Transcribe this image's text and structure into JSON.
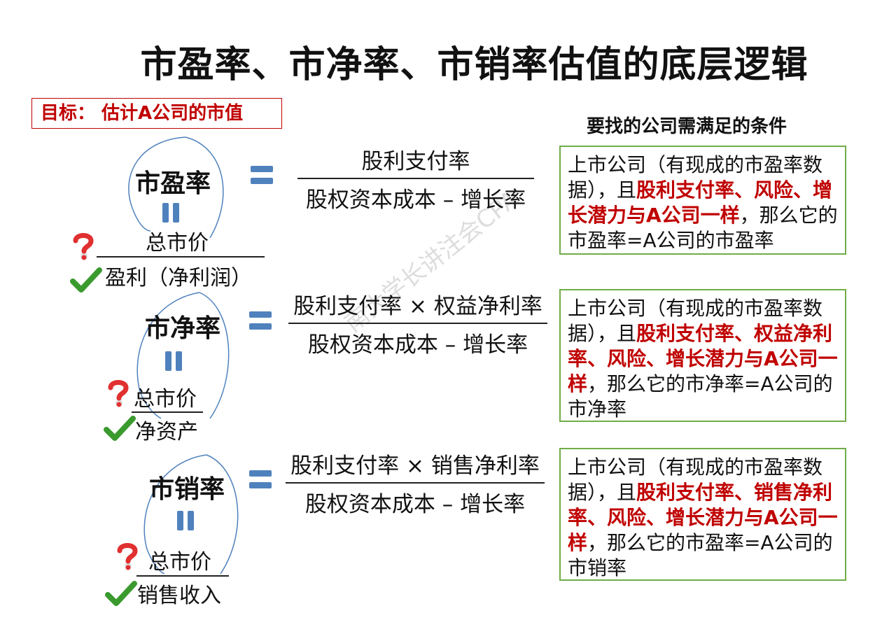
{
  "title": "市盈率、市净率、市销率估值的底层逻辑",
  "goal": "目标： 估计A公司的市值",
  "conditions_header": "要找的公司需满足的条件",
  "watermark": "南大学长讲注会CPA",
  "colors": {
    "accent_red": "#c00000",
    "box_border": "#70ad47",
    "equal_blue": "#4f81bd"
  },
  "rows": [
    {
      "ratio": "市盈率",
      "formula_num": "股利支付率",
      "formula_den": "股权资本成本 – 增长率",
      "left_num": "总市价",
      "left_den": "盈利（净利润）",
      "cond": [
        {
          "t": "上市公司（有现成的市盈率数据），且",
          "hl": false
        },
        {
          "t": "股利支付率、风险、增长潜力与A公司一样",
          "hl": true
        },
        {
          "t": "，那么它的市盈率=A公司的市盈率",
          "hl": false
        }
      ]
    },
    {
      "ratio": "市净率",
      "formula_num": "股利支付率 × 权益净利率",
      "formula_den": "股权资本成本 – 增长率",
      "left_num": "总市价",
      "left_den": "净资产",
      "cond": [
        {
          "t": "上市公司（有现成的市盈率数据），且",
          "hl": false
        },
        {
          "t": "股利支付率、权益净利率、风险、增长潜力与A公司一样",
          "hl": true
        },
        {
          "t": "，那么它的市净率=A公司的市净率",
          "hl": false
        }
      ]
    },
    {
      "ratio": "市销率",
      "formula_num": "股利支付率 × 销售净利率",
      "formula_den": "股权资本成本 – 增长率",
      "left_num": "总市价",
      "left_den": "销售收入",
      "cond": [
        {
          "t": "上市公司（有现成的市盈率数据），且",
          "hl": false
        },
        {
          "t": "股利支付率、销售净利率、风险、增长潜力与A公司一样",
          "hl": true
        },
        {
          "t": "，那么它的市盈率=A公司的市销率",
          "hl": false
        }
      ]
    }
  ]
}
